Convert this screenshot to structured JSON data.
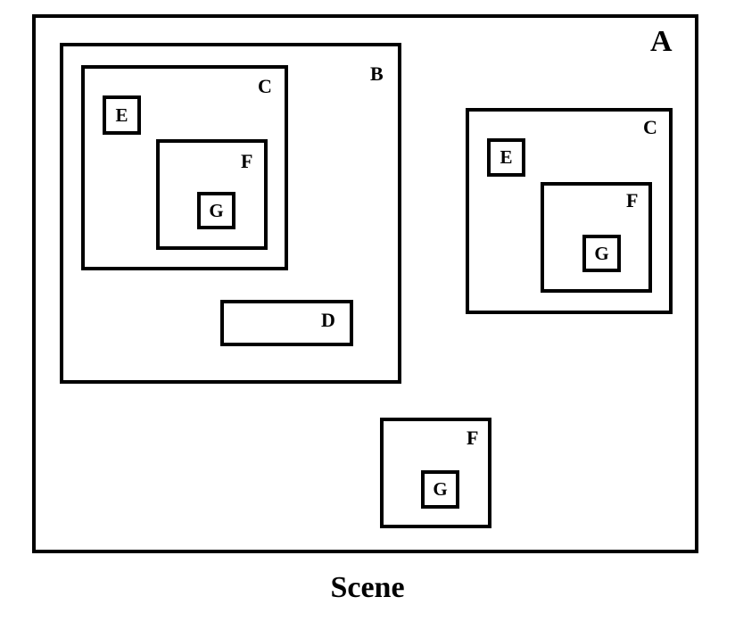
{
  "diagram": {
    "caption": "Scene",
    "labels": {
      "a": "A",
      "b": "B",
      "c": "C",
      "d": "D",
      "e": "E",
      "f": "F",
      "g": "G"
    }
  }
}
